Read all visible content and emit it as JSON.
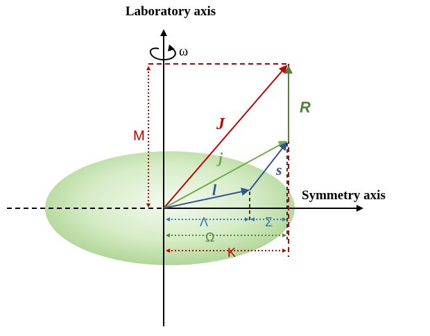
{
  "labels": {
    "lab_axis": "Laboratory axis",
    "omega_lower": "ω",
    "symmetry_axis": "Symmetry axis",
    "J": "J",
    "j": "j",
    "l": "l",
    "s": "s",
    "R": "R",
    "M": "M",
    "Lambda": "Λ",
    "Sigma": "Σ",
    "Omega": "Ω",
    "K": "K"
  },
  "colors": {
    "J": "#c00000",
    "M": "#c00000",
    "K": "#c00000",
    "j": "#70ad47",
    "R": "#548235",
    "Omega": "#548235",
    "l": "#2f5597",
    "s": "#2f5597",
    "Lambda": "#2e75b6",
    "Sigma": "#2e75b6",
    "axes": "#000000",
    "ellipsoid": "#a9d18e"
  }
}
